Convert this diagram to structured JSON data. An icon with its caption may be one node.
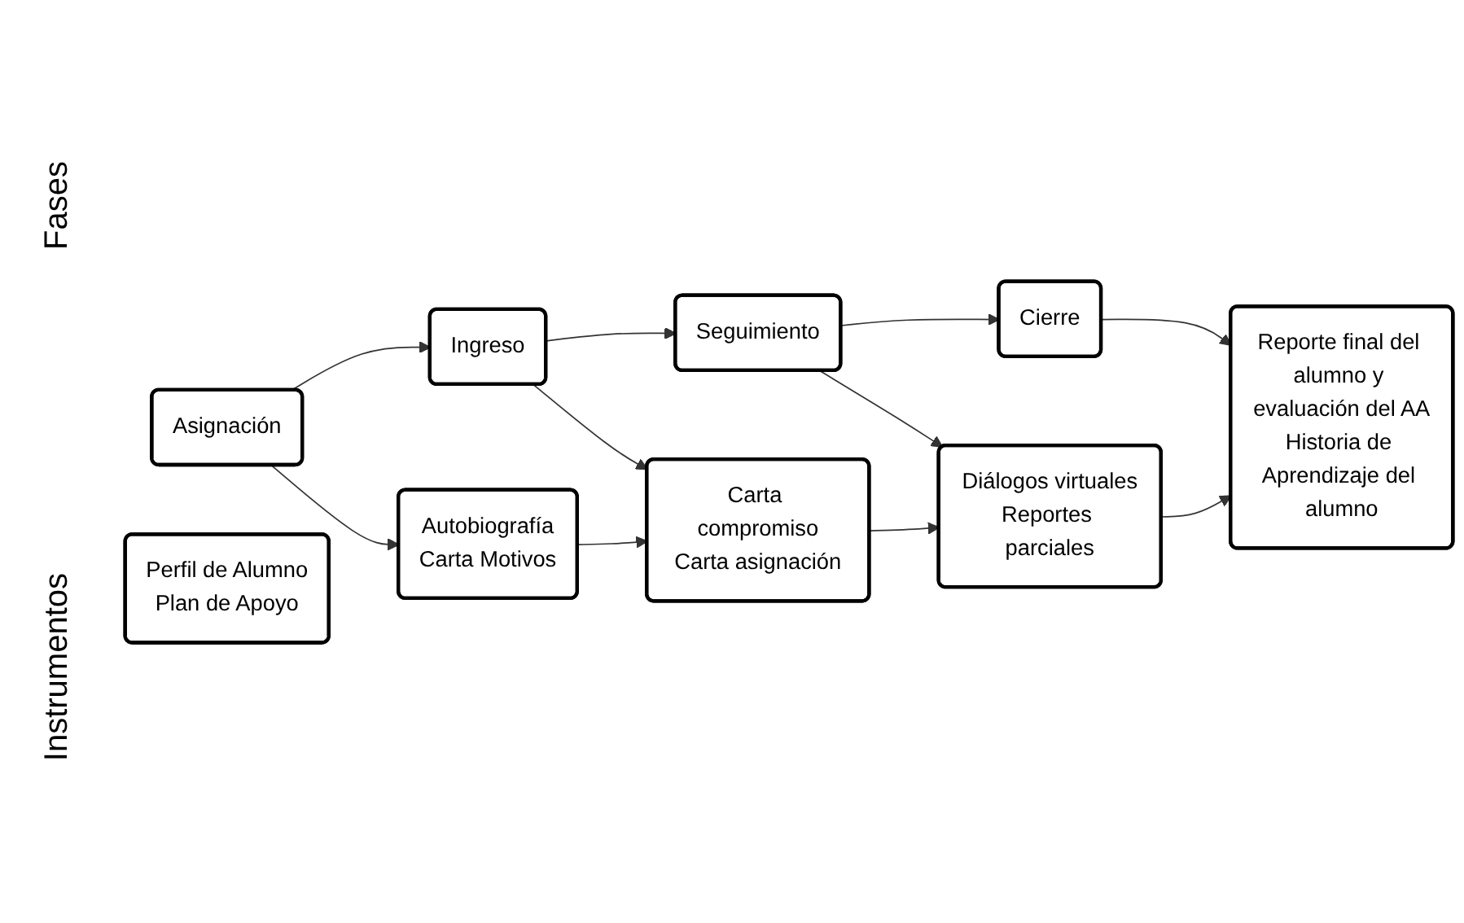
{
  "diagram": {
    "nodes": [
      {
        "text": [
          "Asignación"
        ]
      },
      {
        "text": [
          "Ingreso"
        ]
      },
      {
        "text": [
          "Seguimiento"
        ]
      },
      {
        "text": [
          "Cierre"
        ]
      },
      {
        "text": [
          "Autobiografía",
          "Carta Motivos"
        ]
      },
      {
        "text": [
          "Carta compromiso",
          "Carta asignación"
        ]
      },
      {
        "text": [
          "Diálogos virtuales",
          "Reportes parciales"
        ]
      },
      {
        "text": [
          "Reporte final del alumno y evaluación del AA",
          "Historia de Aprendizaje del alumno"
        ]
      },
      {
        "text": [
          "Perfil de Alumno",
          "Plan de Apoyo"
        ]
      }
    ],
    "edges": [
      {
        "from": 0,
        "to": 1,
        "arrow": "to"
      },
      {
        "from": 1,
        "to": 2,
        "arrow": "to"
      },
      {
        "from": 2,
        "to": 3,
        "arrow": "to"
      },
      {
        "from": 0,
        "to": 4,
        "arrow": "to"
      },
      {
        "from": 1,
        "to": 5,
        "arrow": "to"
      },
      {
        "from": 2,
        "to": 6,
        "arrow": "to"
      },
      {
        "from": 3,
        "to": 7,
        "arrow": "to"
      },
      {
        "from": 4,
        "to": 5,
        "arrow": "to"
      },
      {
        "from": 5,
        "to": 6,
        "arrow": "to"
      },
      {
        "from": 6,
        "to": 7,
        "arrow": "to"
      }
    ],
    "labels": [
      "Fases",
      "Instrumentos"
    ]
  }
}
